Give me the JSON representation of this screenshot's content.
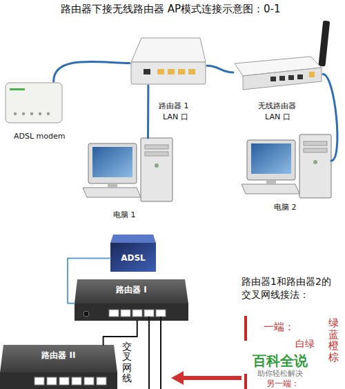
{
  "diagram": {
    "title": "路由器下接无线路由器 AP模式连接示意图：0-1",
    "nodes": [
      {
        "text": [
          "ADSL modem"
        ]
      },
      {
        "text": [
          "路由器 1",
          "LAN 口"
        ]
      },
      {
        "text": [
          "无线路由器",
          "LAN 口"
        ]
      },
      {
        "text": [
          "电脑 1"
        ]
      },
      {
        "text": [
          "电脑 2"
        ]
      },
      {
        "text": [
          "ADSL"
        ]
      },
      {
        "text": [
          "路由器 I"
        ]
      },
      {
        "text": [
          "路由器 II"
        ]
      }
    ],
    "edges": [
      {
        "from": 0,
        "to": 1,
        "arrow": "none"
      },
      {
        "from": 1,
        "to": 2,
        "arrow": "none"
      },
      {
        "from": 1,
        "to": 3,
        "arrow": "none"
      },
      {
        "from": 2,
        "to": 4,
        "arrow": "none"
      },
      {
        "from": 5,
        "to": 6,
        "arrow": "none"
      },
      {
        "from": 6,
        "to": 7,
        "label": "交叉网线",
        "arrow": "none"
      }
    ],
    "labels": [
      "路由器1和路由器2的",
      "交叉网线接法：",
      "一端：",
      "白绿",
      "绿蓝橙棕",
      "百科全说",
      "助你轻松解决",
      "另一端："
    ]
  }
}
